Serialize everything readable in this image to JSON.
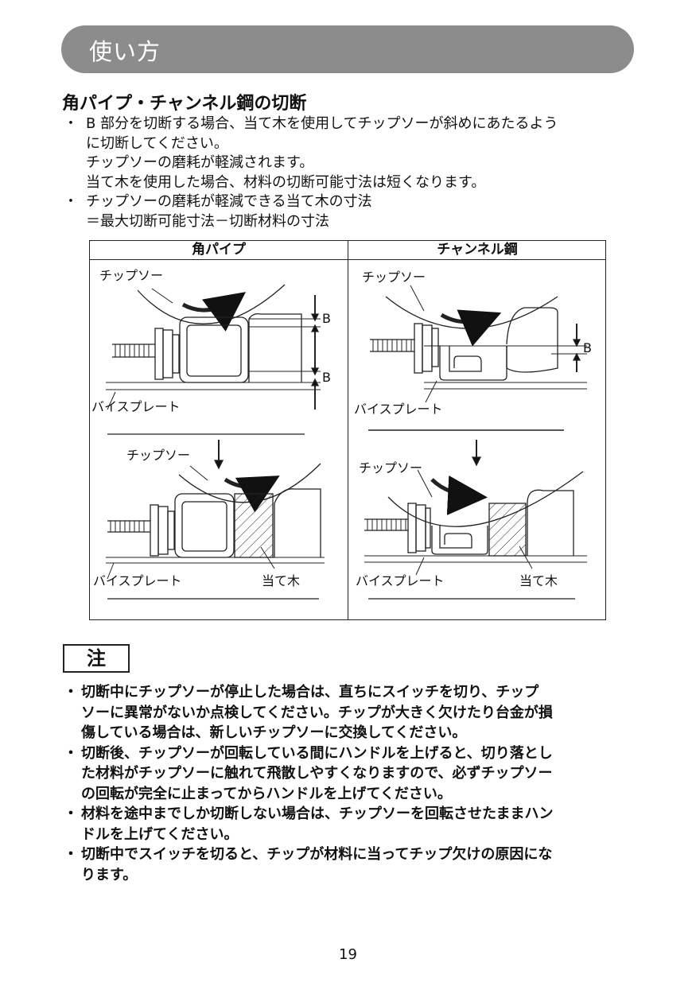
{
  "header": {
    "title": "使い方"
  },
  "section": {
    "title": "角パイプ・チャンネル鋼の切断",
    "bullets": [
      {
        "marker": "・",
        "lines": [
          "B 部分を切断する場合、当て木を使用してチップソーが斜めにあたるよう",
          "に切断してください。",
          "チップソーの磨耗が軽減されます。",
          "当て木を使用した場合、材料の切断可能寸法は短くなります。"
        ]
      },
      {
        "marker": "・",
        "lines": [
          "チップソーの磨耗が軽減できる当て木の寸法",
          "＝最大切断可能寸法－切断材料の寸法"
        ]
      }
    ]
  },
  "figure": {
    "headers": {
      "left": "角パイプ",
      "right": "チャンネル鋼"
    },
    "labels": {
      "tip_saw": "チップソー",
      "vise_plate": "バイスプレート",
      "ate_gi": "当て木",
      "b": "B"
    }
  },
  "note": {
    "heading": "注",
    "items": [
      {
        "marker": "・",
        "lines": [
          "切断中にチップソーが停止した場合は、直ちにスイッチを切り、チップ",
          "ソーに異常がないか点検してください。チップが大きく欠けたり台金が損",
          "傷している場合は、新しいチップソーに交換してください。"
        ]
      },
      {
        "marker": "・",
        "lines": [
          "切断後、チップソーが回転している間にハンドルを上げると、切り落とし",
          "た材料がチップソーに触れて飛散しやすくなりますので、必ずチップソー",
          "の回転が完全に止まってからハンドルを上げてください。"
        ]
      },
      {
        "marker": "・",
        "lines": [
          "材料を途中までしか切断しない場合は、チップソーを回転させたままハン",
          "ドルを上げてください。"
        ]
      },
      {
        "marker": "・",
        "lines": [
          "切断中でスイッチを切ると、チップが材料に当ってチップ欠けの原因にな",
          "ります。"
        ]
      }
    ]
  },
  "page_number": "19"
}
